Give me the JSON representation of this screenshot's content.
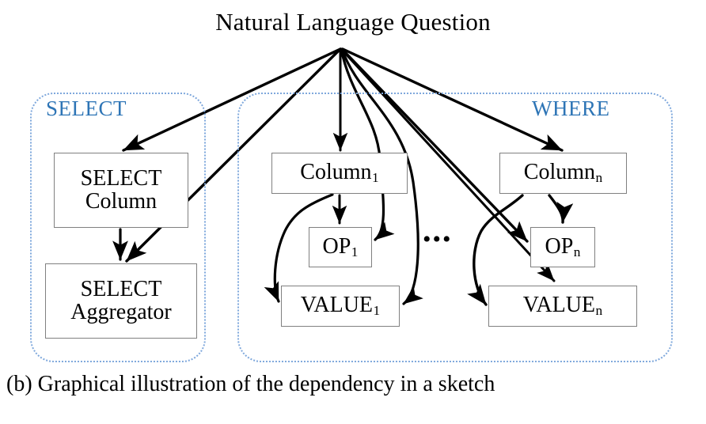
{
  "figure": {
    "title": "Natural Language Question",
    "caption": "(b) Graphical illustration of the dependency in a sketch",
    "ellipsis": "•••"
  },
  "colors": {
    "group_border": "#7fa8dc",
    "group_label": "#2e75b6",
    "node_border": "#808080",
    "edge": "#000000",
    "text": "#000000",
    "background": "#ffffff"
  },
  "groups": [
    {
      "id": "select",
      "label": "SELECT"
    },
    {
      "id": "where",
      "label": "WHERE"
    }
  ],
  "nodes": [
    {
      "id": "select-column",
      "line1": "SELECT",
      "line2": "Column",
      "subscript": ""
    },
    {
      "id": "select-aggregator",
      "line1": "SELECT",
      "line2": "Aggregator",
      "subscript": ""
    },
    {
      "id": "column-1",
      "line1": "Column",
      "line2": "",
      "subscript": "1"
    },
    {
      "id": "op-1",
      "line1": "OP",
      "line2": "",
      "subscript": "1"
    },
    {
      "id": "value-1",
      "line1": "VALUE",
      "line2": "",
      "subscript": "1"
    },
    {
      "id": "column-n",
      "line1": "Column",
      "line2": "",
      "subscript": "n"
    },
    {
      "id": "op-n",
      "line1": "OP",
      "line2": "",
      "subscript": "n"
    },
    {
      "id": "value-n",
      "line1": "VALUE",
      "line2": "",
      "subscript": "n"
    }
  ],
  "edges": [
    {
      "from": "question",
      "to": "select-column",
      "style": "straight"
    },
    {
      "from": "question",
      "to": "select-aggregator",
      "style": "straight"
    },
    {
      "from": "question",
      "to": "column-1",
      "style": "straight"
    },
    {
      "from": "question",
      "to": "op-1",
      "style": "curved"
    },
    {
      "from": "question",
      "to": "value-1",
      "style": "curved"
    },
    {
      "from": "question",
      "to": "column-n",
      "style": "straight"
    },
    {
      "from": "question",
      "to": "op-n",
      "style": "straight"
    },
    {
      "from": "question",
      "to": "value-n",
      "style": "straight"
    },
    {
      "from": "select-column",
      "to": "select-aggregator",
      "style": "straight"
    },
    {
      "from": "column-1",
      "to": "op-1",
      "style": "straight"
    },
    {
      "from": "column-1",
      "to": "value-1",
      "style": "curved"
    },
    {
      "from": "column-n",
      "to": "op-n",
      "style": "curved"
    },
    {
      "from": "column-n",
      "to": "value-n",
      "style": "curved"
    }
  ]
}
